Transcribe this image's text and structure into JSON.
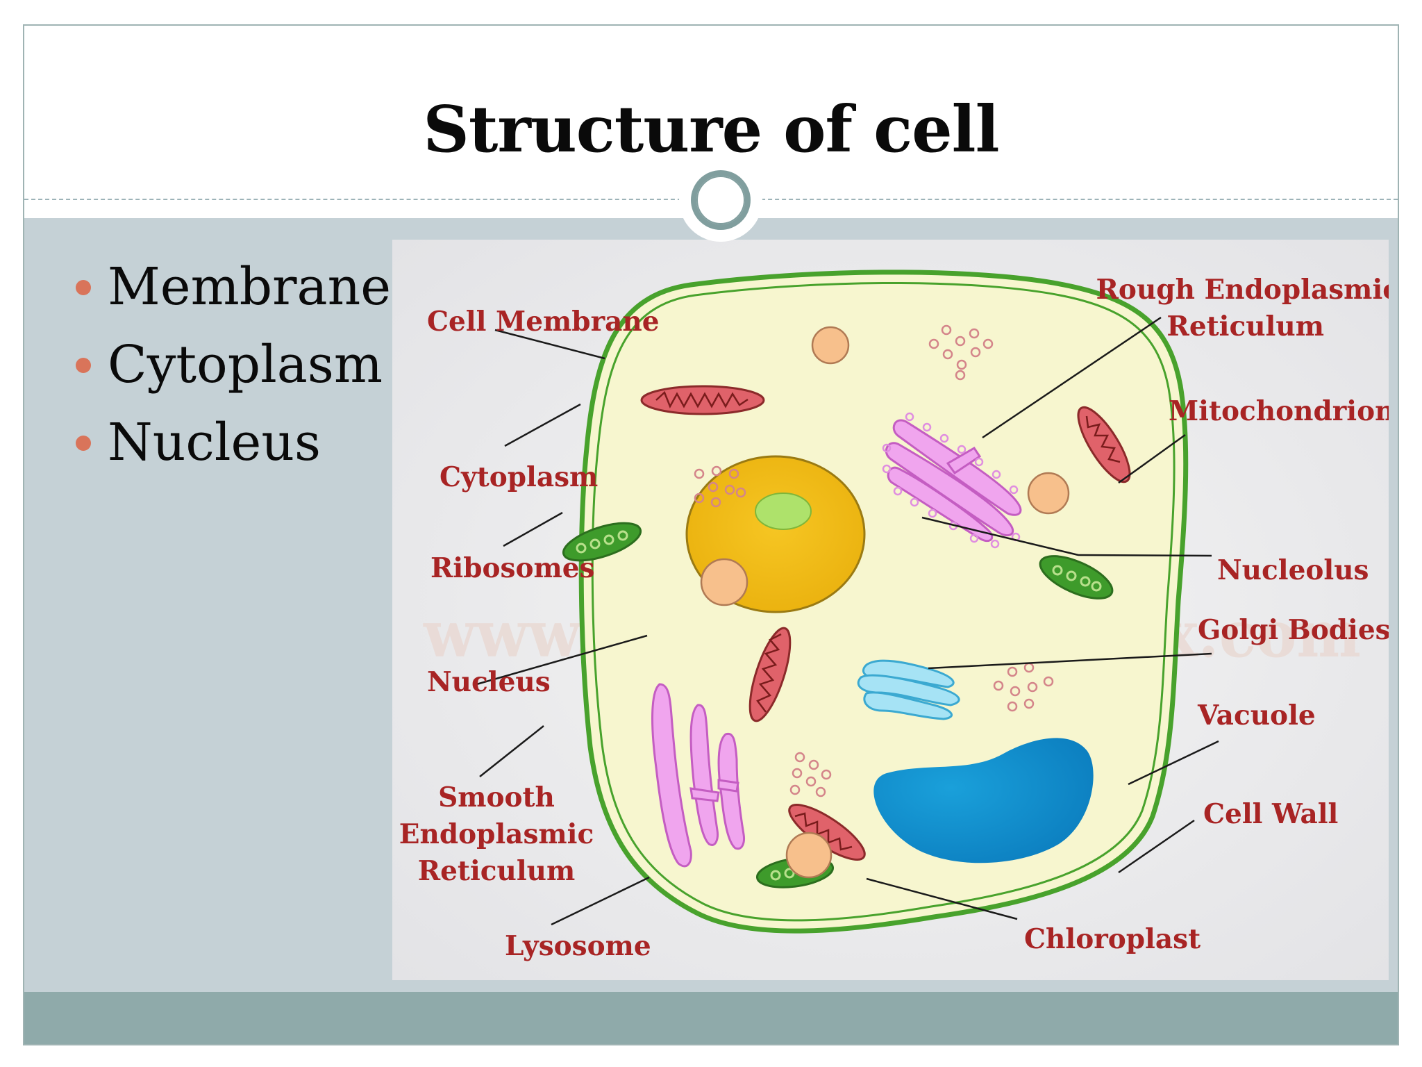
{
  "slide": {
    "title": "Structure of cell",
    "bullets": [
      "Membrane",
      "Cytoplasm",
      "Nucleus"
    ]
  },
  "diagram": {
    "watermark": "www.SmartScienceTrix.com",
    "labels": {
      "cell_membrane": "Cell Membrane",
      "cytoplasm": "Cytoplasm",
      "ribosomes": "Ribosomes",
      "nucleus": "Nucleus",
      "smooth_er": [
        "Smooth",
        "Endoplasmic",
        "Reticulum"
      ],
      "lysosome": "Lysosome",
      "rough_er": [
        "Rough Endoplasmic",
        "Reticulum"
      ],
      "mitochondrion": "Mitochondrion",
      "nucleolus": "Nucleolus",
      "golgi_bodies": "Golgi Bodies",
      "vacuole": "Vacuole",
      "cell_wall": "Cell Wall",
      "chloroplast": "Chloroplast"
    }
  },
  "colors": {
    "bullet": "#d9745a",
    "label": "#a82424",
    "content_bg": "#c5d1d6",
    "footer": "#8faaaa"
  }
}
